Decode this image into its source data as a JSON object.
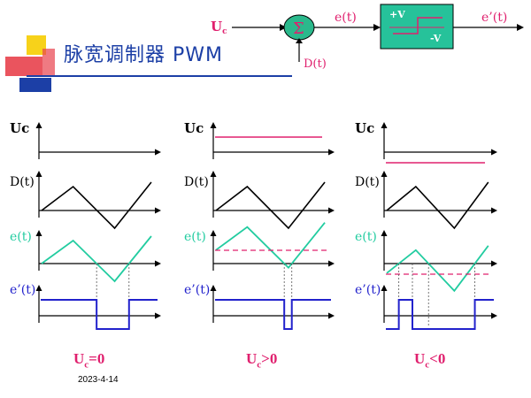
{
  "title": "脉宽调制器 PWM",
  "date": "2023-4-14",
  "block_diagram": {
    "input_label": "Uc",
    "sum_symbol": "Σ",
    "sum_output_label": "e(t)",
    "disturbance_label": "D(t)",
    "comparator_pos": "+V",
    "comparator_neg": "-V",
    "output_label": "e’(t)"
  },
  "panels": [
    {
      "condition_main": "U",
      "condition_sub": "c",
      "condition_rel": "=0",
      "labels": {
        "uc": "Uc",
        "dt": "D(t)",
        "et": "e(t)",
        "ept": "e’(t)"
      }
    },
    {
      "condition_main": "U",
      "condition_sub": "c",
      "condition_rel": ">0",
      "labels": {
        "uc": "Uc",
        "dt": "D(t)",
        "et": "e(t)",
        "ept": "e’(t)"
      }
    },
    {
      "condition_main": "U",
      "condition_sub": "c",
      "condition_rel": "<0",
      "labels": {
        "uc": "Uc",
        "dt": "D(t)",
        "et": "e(t)",
        "ept": "e’(t)"
      }
    }
  ],
  "colors": {
    "title": "#1c3fa6",
    "accent_pink": "#e0206e",
    "sum_fill": "#2bb98c",
    "comparator_fill": "#26c29a",
    "teal_wave": "#22cca0",
    "blue_wave": "#2222cc",
    "axis": "#000000"
  }
}
